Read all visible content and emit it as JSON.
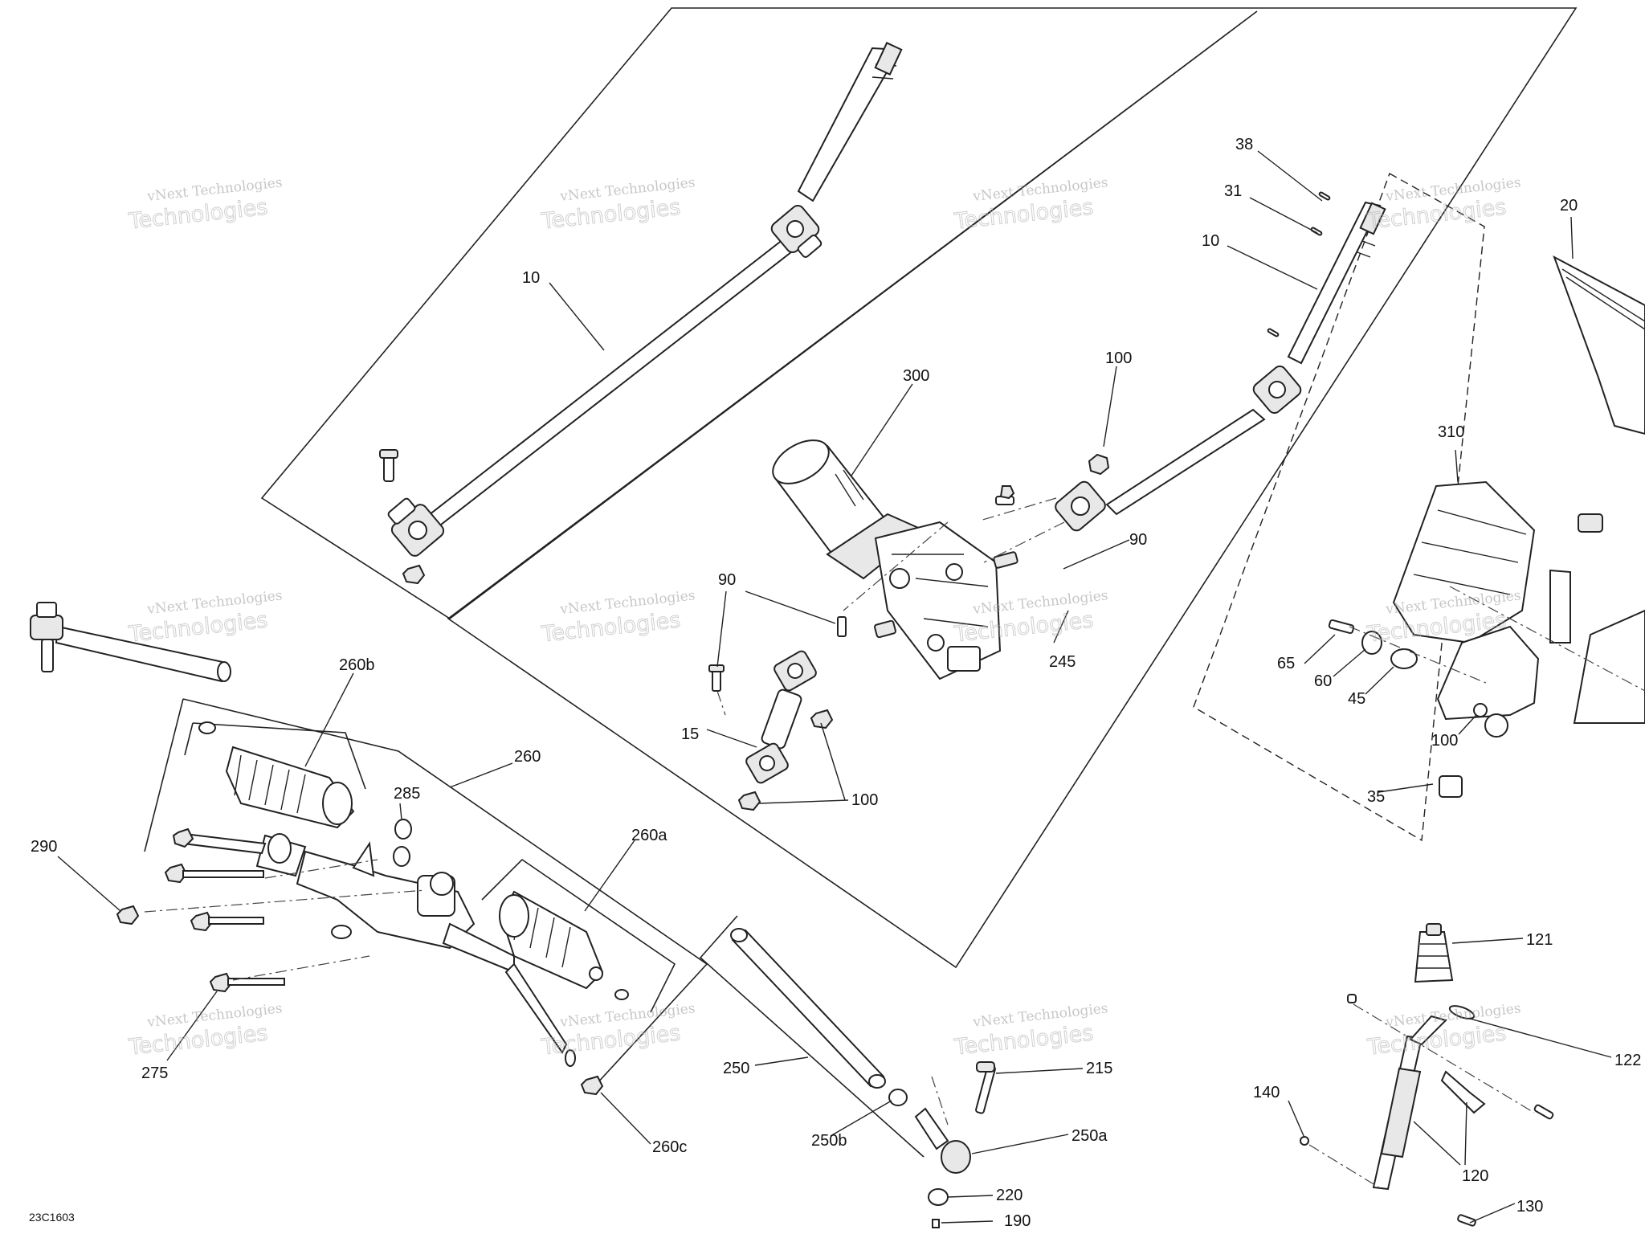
{
  "drawing": {
    "code": "23C1603",
    "watermark_line1": "vNext Technologies",
    "watermark_line2": "Technologies"
  },
  "labels": {
    "l10a": "10",
    "l10b": "10",
    "l38": "38",
    "l31": "31",
    "l20": "20",
    "l300": "300",
    "l100a": "100",
    "l310": "310",
    "l90a": "90",
    "l90b": "90",
    "l245": "245",
    "l65": "65",
    "l60": "60",
    "l45": "45",
    "l100b": "100",
    "l15": "15",
    "l100c": "100",
    "l35": "35",
    "l260b": "260b",
    "l260": "260",
    "l285": "285",
    "l290": "290",
    "l260a": "260a",
    "l275": "275",
    "l250": "250",
    "l215": "215",
    "l250a": "250a",
    "l250b": "250b",
    "l260c": "260c",
    "l220": "220",
    "l190": "190",
    "l121": "121",
    "l122": "122",
    "l140": "140",
    "l120": "120",
    "l130": "130"
  }
}
